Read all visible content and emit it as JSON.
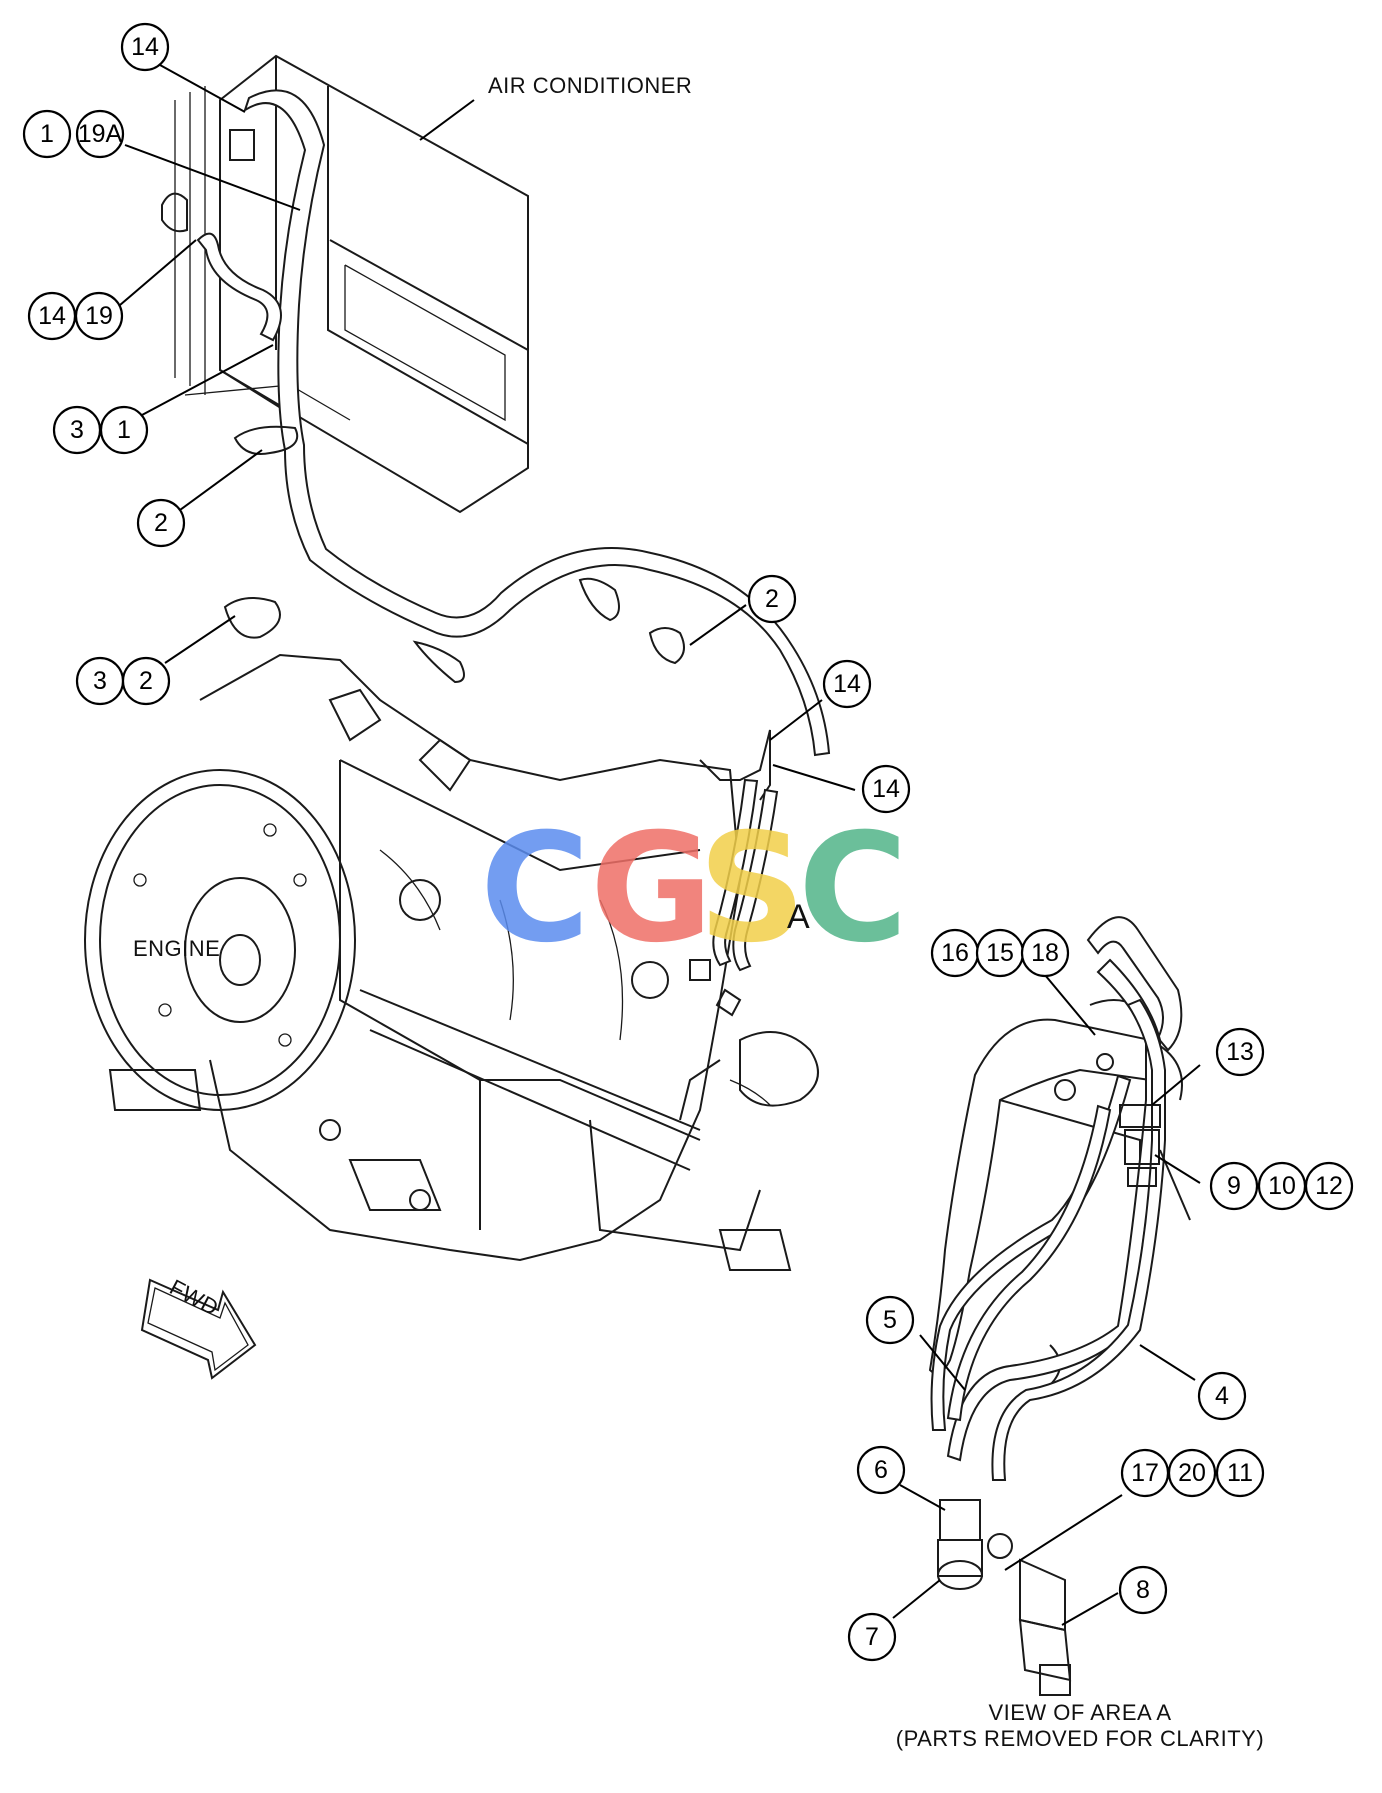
{
  "labels": {
    "air_conditioner": "AIR CONDITIONER",
    "engine": "ENGINE",
    "area_marker": "A",
    "fwd": "FWD",
    "view_title_line1": "VIEW OF AREA A",
    "view_title_line2": "(PARTS REMOVED FOR CLARITY)"
  },
  "watermark": {
    "letters": [
      "C",
      "G",
      "S",
      "C"
    ],
    "colors": [
      "#5b8def",
      "#ef6f67",
      "#f2cf4a",
      "#52b589"
    ]
  },
  "callouts": [
    "14",
    "1",
    "19A",
    "14",
    "19",
    "3",
    "1",
    "2",
    "3",
    "2",
    "2",
    "14",
    "14",
    "16",
    "15",
    "18",
    "13",
    "9",
    "10",
    "12",
    "5",
    "4",
    "6",
    "17",
    "20",
    "11",
    "7",
    "8"
  ]
}
